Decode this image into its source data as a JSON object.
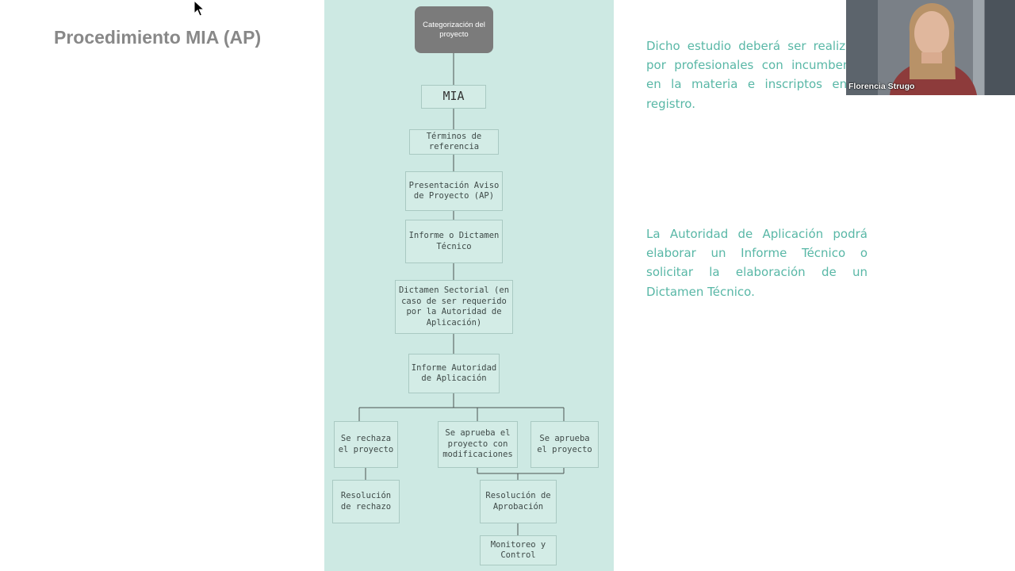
{
  "slide": {
    "title": "Procedimiento MIA (AP)",
    "paragraphs": [
      "Dicho estudio deberá ser realizado por profesionales con incumbencia en la materia e inscriptos en el registro.",
      "La Autoridad de Aplicación podrá elaborar un Informe Técnico o solicitar la elaboración de un Dictamen Técnico."
    ],
    "accent_color": "#58b7a6",
    "panel_color": "#cde9e3"
  },
  "flowchart": {
    "categorizacion": "Categorización del proyecto",
    "mia": "MIA",
    "terminos": "Términos de\nreferencia",
    "presentacion": "Presentación Aviso\nde Proyecto (AP)",
    "informe_dictamen": "Informe o Dictamen\nTécnico",
    "dictamen_sectorial": "Dictamen Sectorial (en\ncaso de ser requerido\npor la Autoridad de\nAplicación)",
    "informe_autoridad": "Informe Autoridad\nde Aplicación",
    "rechaza": "Se rechaza\nel proyecto",
    "aprueba_mod": "Se aprueba el\nproyecto con\nmodificaciones",
    "aprueba": "Se aprueba\nel proyecto",
    "res_rechazo": "Resolución\nde rechazo",
    "res_aprobacion": "Resolución de\nAprobación",
    "monitoreo": "Monitoreo y\nControl"
  },
  "video": {
    "participant_name": "Florencia Strugo"
  }
}
